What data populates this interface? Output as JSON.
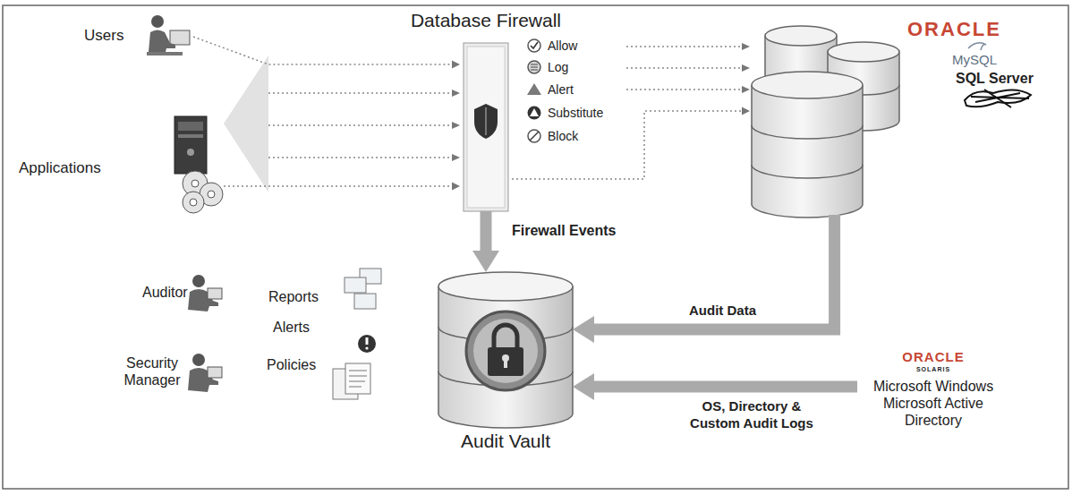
{
  "diagram": {
    "nodes": [
      {
        "text": [
          "Users"
        ]
      },
      {
        "text": [
          "Applications"
        ]
      },
      {
        "text": [
          "Database Firewall"
        ]
      },
      {
        "text": [
          "ORACLE",
          "MySQL",
          "SQL Server"
        ]
      },
      {
        "text": [
          "Auditor"
        ]
      },
      {
        "text": [
          "Security Manager"
        ]
      },
      {
        "text": [
          "Audit Vault"
        ]
      },
      {
        "text": [
          "ORACLE",
          "SOLARIS",
          "Microsoft Windows",
          "Microsoft Active Directory"
        ]
      }
    ],
    "edges": [
      {
        "from": 0,
        "to": 2,
        "arrow": "to"
      },
      {
        "from": 1,
        "to": 2,
        "arrow": "to"
      },
      {
        "from": 2,
        "to": 3,
        "arrow": "to"
      },
      {
        "from": 2,
        "to": 6,
        "label": "Firewall Events",
        "arrow": "to"
      },
      {
        "from": 3,
        "to": 6,
        "label": "Audit Data",
        "arrow": "to"
      },
      {
        "from": 7,
        "to": 6,
        "label": "OS, Directory & Custom Audit Logs",
        "arrow": "to"
      }
    ],
    "labels": [
      "Allow",
      "Log",
      "Alert",
      "Substitute",
      "Block",
      "Reports",
      "Alerts",
      "Policies"
    ]
  }
}
